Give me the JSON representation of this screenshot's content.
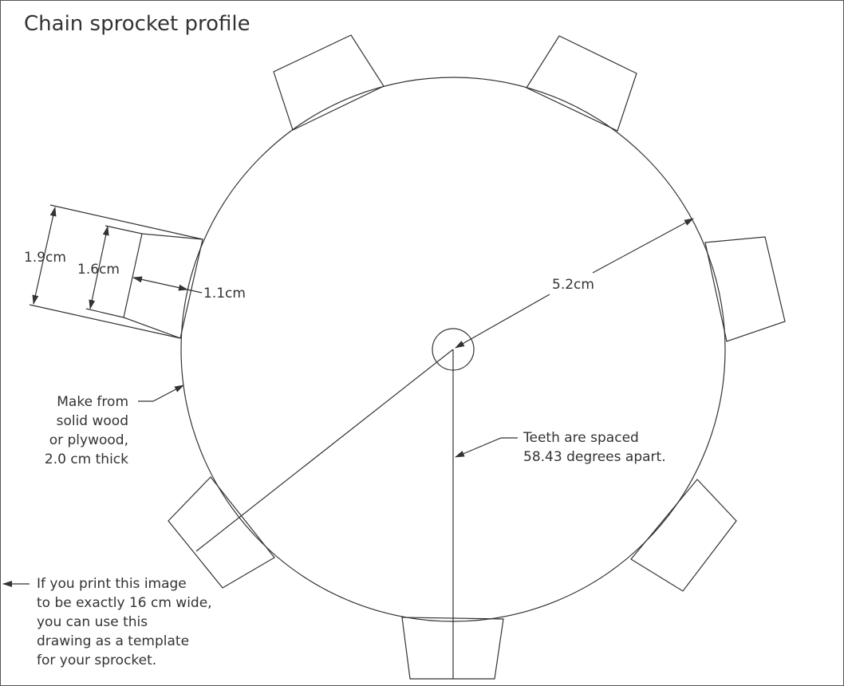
{
  "title": "Chain sprocket profile",
  "dimensions": {
    "outer_width": "1.9cm",
    "inner_width": "1.6cm",
    "tooth_depth": "1.1cm",
    "radius": "5.2cm"
  },
  "notes": {
    "material": [
      "Make from",
      "solid wood",
      "or plywood,",
      "2.0 cm thick"
    ],
    "spacing": [
      "Teeth are spaced",
      "58.43 degrees apart."
    ],
    "print": [
      "If you print this image",
      "to be exactly 16 cm wide,",
      "you can use this",
      "drawing as a template",
      "for your sprocket."
    ]
  },
  "colors": {
    "line": "#333333",
    "text": "#333333"
  }
}
